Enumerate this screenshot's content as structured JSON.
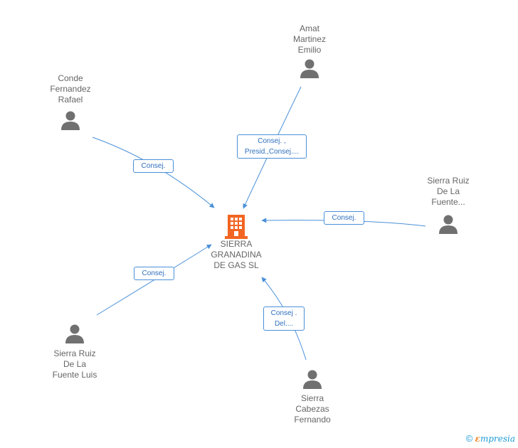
{
  "company": {
    "name": "SIERRA\nGRANADINA\nDE GAS SL"
  },
  "people": {
    "amat": {
      "name": "Amat\nMartinez\nEmilio"
    },
    "conde": {
      "name": "Conde\nFernandez\nRafael"
    },
    "sierra_ruiz_fuente": {
      "name": "Sierra Ruiz\nDe La\nFuente..."
    },
    "sierra_ruiz_luis": {
      "name": "Sierra Ruiz\nDe La\nFuente Luis"
    },
    "sierra_cabezas": {
      "name": "Sierra\nCabezas\nFernando"
    }
  },
  "relations": {
    "amat": "Consej. ,\nPresid.,Consej....",
    "conde": "Consej.",
    "sierra_ruiz_fuente": "Consej.",
    "sierra_ruiz_luis": "Consej.",
    "sierra_cabezas": "Consej .\nDel...."
  },
  "footer": {
    "copyright": "©",
    "brand_e": "ε",
    "brand_rest": "mpresia"
  },
  "colors": {
    "edge": "#4a90d9",
    "person_icon": "#707070",
    "company_icon": "#f26522",
    "label_text": "#2f6fbd"
  }
}
